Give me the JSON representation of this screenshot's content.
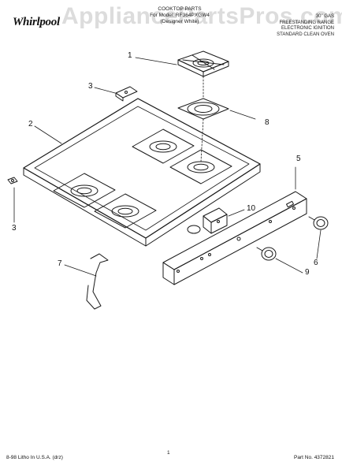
{
  "brand": {
    "logo_text": "Whirlpool",
    "watermark": "AppliancePartsPros.com"
  },
  "title_block": {
    "line1": "COOKTOP PARTS",
    "line2": "For Model: RF364PXGW4",
    "line3": "(Designer White)"
  },
  "spec_block": {
    "line1": "30\" GAS",
    "line2": "FREESTANDING RANGE",
    "line3": "ELECTRONIC IGNITION",
    "line4": "STANDARD CLEAN OVEN"
  },
  "callouts": {
    "c1": "1",
    "c2": "2",
    "c3a": "3",
    "c3b": "3",
    "c5": "5",
    "c6": "6",
    "c7": "7",
    "c8": "8",
    "c9": "9",
    "c10": "10"
  },
  "footer": {
    "left": "8-98 Litho In U.S.A. (drz)",
    "center": "1",
    "right": "Part No. 4372821"
  },
  "colors": {
    "line": "#1a1a1a",
    "watermark": "#dcdcdc",
    "background": "#ffffff"
  }
}
